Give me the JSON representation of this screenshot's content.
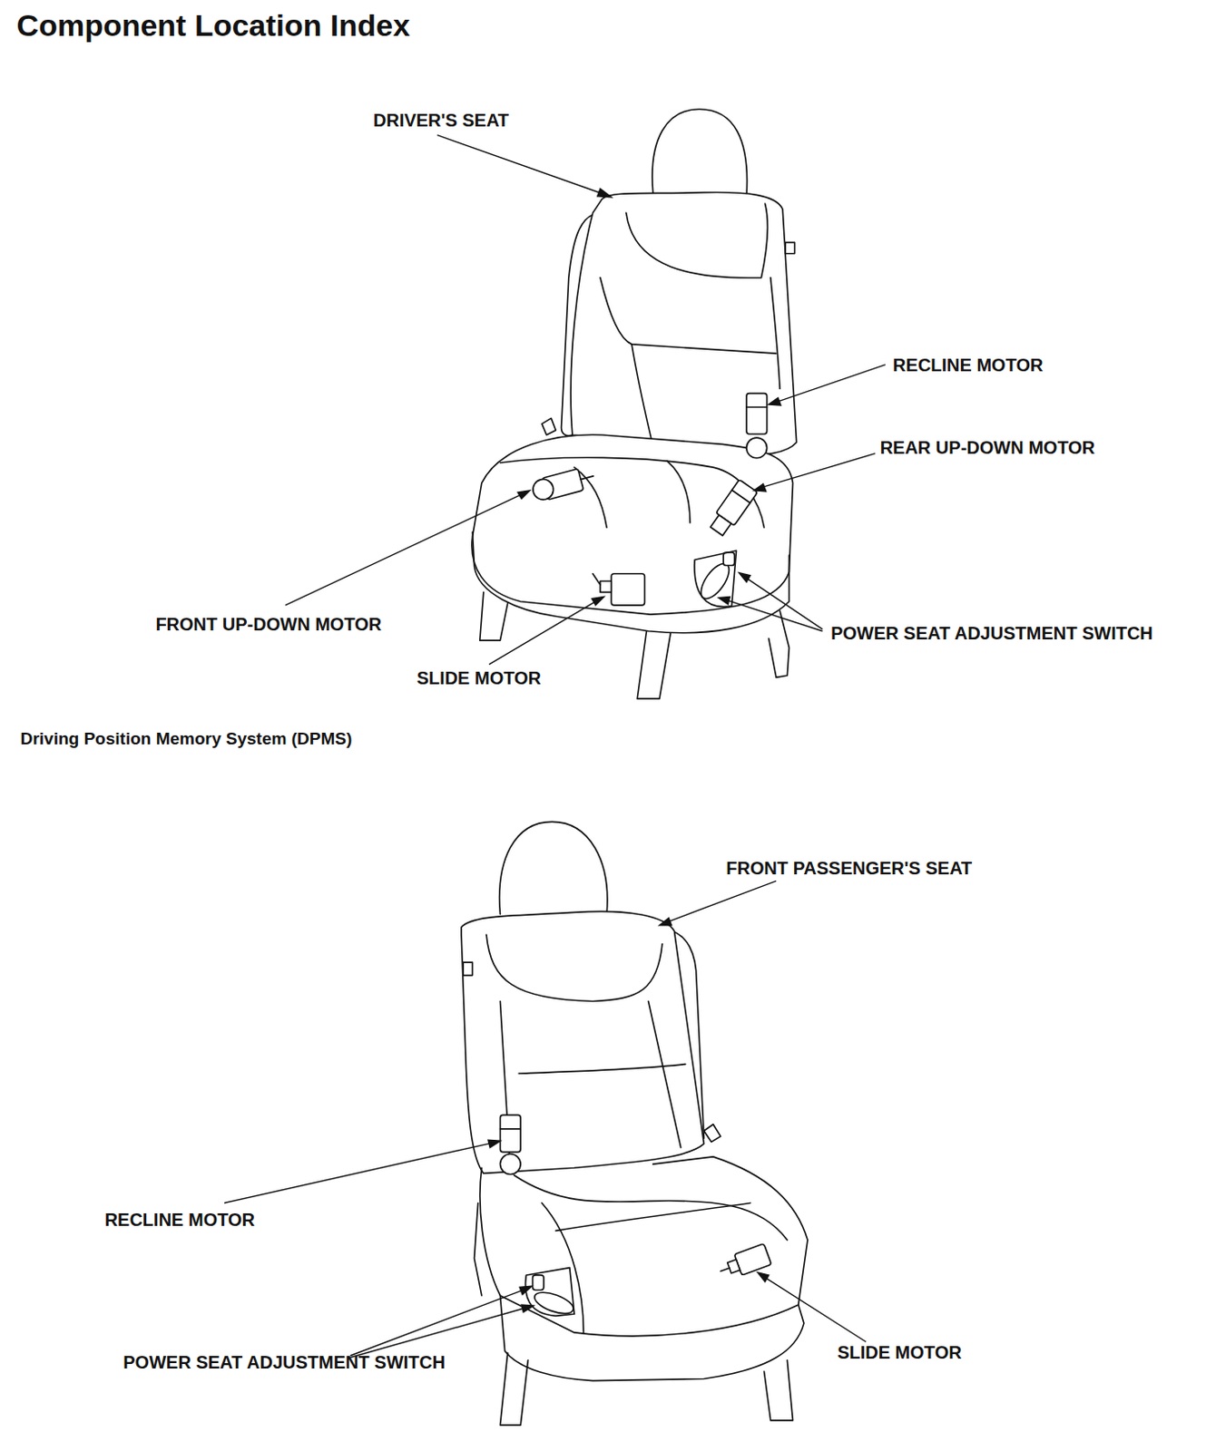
{
  "diagram": {
    "title": "Component Location Index",
    "labels": [
      "DRIVER'S SEAT",
      "RECLINE MOTOR",
      "REAR UP-DOWN MOTOR",
      "FRONT UP-DOWN MOTOR",
      "POWER SEAT ADJUSTMENT SWITCH",
      "SLIDE MOTOR",
      "Driving Position Memory System (DPMS)",
      "FRONT PASSENGER'S SEAT",
      "RECLINE MOTOR",
      "POWER SEAT ADJUSTMENT SWITCH",
      "SLIDE MOTOR"
    ]
  }
}
